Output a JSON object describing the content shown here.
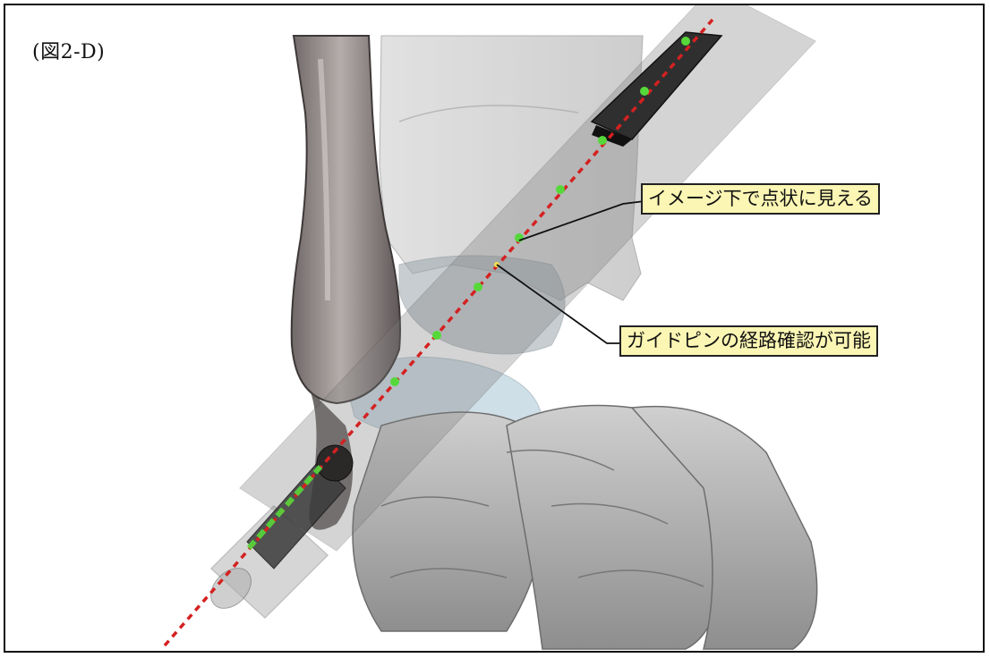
{
  "figure": {
    "label": "(図2-D)"
  },
  "callouts": {
    "dotted_view": "イメージ下で点状に見える",
    "pin_path": "ガイドピンの経路確認が可能"
  },
  "colors": {
    "axis_line": "#d42121",
    "marker": "#56d83a",
    "bone": "#b9b9b9",
    "callout_fill": "#fbf6b4"
  },
  "icons": [
    "ankle-bone-model",
    "cylindrical-sleeve",
    "drill-guide",
    "guide-pin"
  ]
}
